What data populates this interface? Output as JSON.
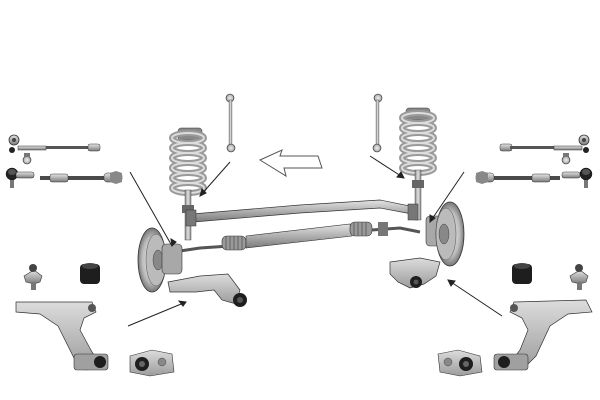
{
  "diagram": {
    "parts": [
      "left-tie-rod-upper",
      "left-tie-rod-lower",
      "left-ball-joint-small",
      "left-tie-rod-end",
      "left-coil-spring",
      "left-stabilizer-link",
      "right-stabilizer-link",
      "right-coil-spring",
      "right-tie-rod-upper",
      "right-tie-rod-lower",
      "right-ball-joint-small",
      "right-tie-rod-end",
      "direction-arrow",
      "axle-crossmember",
      "steering-rack",
      "left-brake-disc",
      "right-brake-disc",
      "left-control-arm-installed",
      "right-control-arm-installed",
      "left-ball-joint",
      "left-bushing",
      "right-bushing",
      "right-ball-joint",
      "left-control-arm",
      "right-control-arm",
      "left-rear-bushing",
      "right-rear-bushing"
    ],
    "colors": {
      "metal_light": "#c8c8c8",
      "metal_mid": "#9a9a9a",
      "metal_dark": "#4a4a4a",
      "rubber": "#1e1e1e",
      "outline": "#333333",
      "spring": "#b5b5b5"
    }
  }
}
